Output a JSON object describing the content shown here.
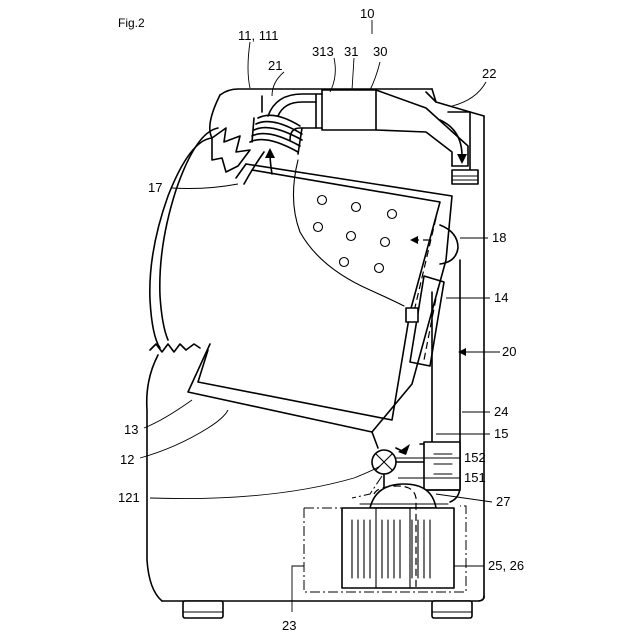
{
  "figure_label": "Fig.2",
  "labels": {
    "l10": "10",
    "l11": "11, 111",
    "l313": "313",
    "l31": "31",
    "l30": "30",
    "l21": "21",
    "l22": "22",
    "l17": "17",
    "l18": "18",
    "l14": "14",
    "l20": "20",
    "l24": "24",
    "l13": "13",
    "l15": "15",
    "l12": "12",
    "l152": "152",
    "l121": "121",
    "l151": "151",
    "l27": "27",
    "l2526": "25, 26",
    "l23": "23"
  }
}
